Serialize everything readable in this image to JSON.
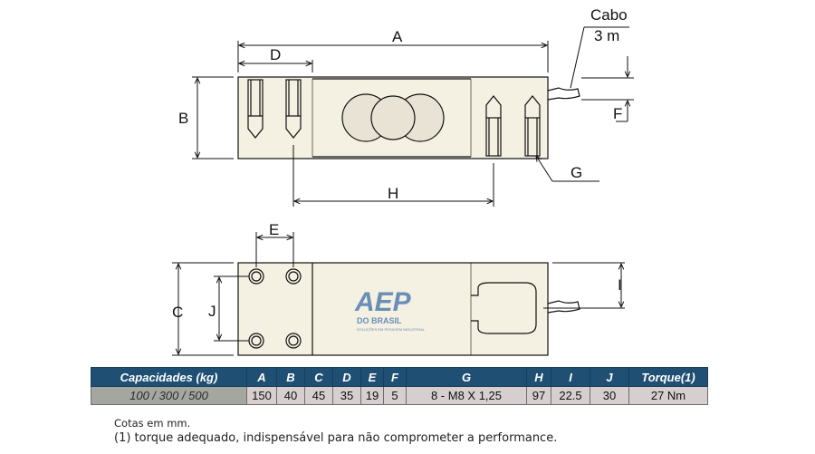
{
  "labels": {
    "cabo": "Cabo",
    "cabo_length": "3 m",
    "A": "A",
    "B": "B",
    "C": "C",
    "D": "D",
    "E": "E",
    "F": "F",
    "G": "G",
    "H": "H",
    "I": "I",
    "J": "J"
  },
  "logo": {
    "brand": "AEP",
    "sub": "DO BRASIL",
    "tagline": "SOLUÇÕES EM PESAGEM INDUSTRIAL"
  },
  "table": {
    "headers": [
      "Capacidades (kg)",
      "A",
      "B",
      "C",
      "D",
      "E",
      "F",
      "G",
      "H",
      "I",
      "J",
      "Torque(1)"
    ],
    "row": [
      "100 / 300 / 500",
      "150",
      "40",
      "45",
      "35",
      "19",
      "5",
      "8 - M8 X 1,25",
      "97",
      "22.5",
      "30",
      "27 Nm"
    ]
  },
  "notes": {
    "units": "Cotas em mm.",
    "torque": "(1) torque adequado, indispensável para não comprometer a performance."
  },
  "colors": {
    "header_bg": "#1f4f73",
    "cell_bg": "#d7cfcf",
    "capacity_bg": "#a4a7a0",
    "logo": "#3b6fa8"
  }
}
